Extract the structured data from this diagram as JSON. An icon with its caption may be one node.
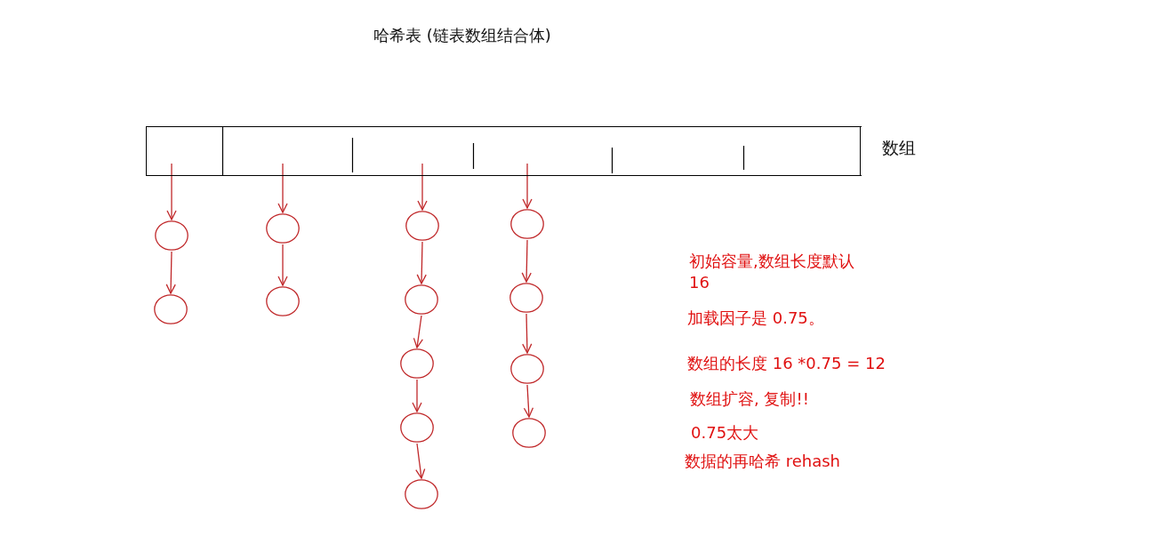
{
  "diagram": {
    "title": "哈希表 (链表数组结合体)",
    "nodes": [
      {
        "text": [],
        "shape": "bar",
        "beside": [
          "数组"
        ]
      },
      {
        "text": [],
        "shape": "box",
        "in": 0
      },
      {
        "text": [],
        "shape": "box",
        "in": 0
      },
      {
        "text": [],
        "shape": "box",
        "in": 0
      },
      {
        "text": [],
        "shape": "box",
        "in": 0
      },
      {
        "text": [],
        "shape": "box",
        "in": 0
      },
      {
        "text": [],
        "shape": "box",
        "in": 0
      },
      {
        "text": [],
        "shape": "circle"
      },
      {
        "text": [],
        "shape": "circle"
      },
      {
        "text": [],
        "shape": "circle"
      },
      {
        "text": [],
        "shape": "circle"
      },
      {
        "text": [],
        "shape": "circle"
      },
      {
        "text": [],
        "shape": "circle"
      },
      {
        "text": [],
        "shape": "circle"
      },
      {
        "text": [],
        "shape": "circle"
      },
      {
        "text": [],
        "shape": "circle"
      },
      {
        "text": [],
        "shape": "circle"
      },
      {
        "text": [],
        "shape": "circle"
      },
      {
        "text": [],
        "shape": "circle"
      },
      {
        "text": [],
        "shape": "circle"
      }
    ],
    "edges": [
      {
        "from": 1,
        "to": 7,
        "arrow": "to"
      },
      {
        "from": 7,
        "to": 8,
        "arrow": "to"
      },
      {
        "from": 2,
        "to": 9,
        "arrow": "to"
      },
      {
        "from": 9,
        "to": 10,
        "arrow": "to"
      },
      {
        "from": 3,
        "to": 11,
        "arrow": "to"
      },
      {
        "from": 11,
        "to": 12,
        "arrow": "to"
      },
      {
        "from": 12,
        "to": 13,
        "arrow": "to"
      },
      {
        "from": 13,
        "to": 14,
        "arrow": "to"
      },
      {
        "from": 14,
        "to": 15,
        "arrow": "to"
      },
      {
        "from": 4,
        "to": 16,
        "arrow": "to"
      },
      {
        "from": 16,
        "to": 17,
        "arrow": "to"
      },
      {
        "from": 17,
        "to": 18,
        "arrow": "to"
      },
      {
        "from": 18,
        "to": 19,
        "arrow": "to"
      }
    ],
    "labels": [
      "初始容量,数组长度默认16",
      "加载因子是 0.75。",
      "数组的长度 16 *0.75 = 12",
      "数组扩容, 复制!!",
      "0.75太大",
      "数据的再哈希 rehash"
    ]
  }
}
